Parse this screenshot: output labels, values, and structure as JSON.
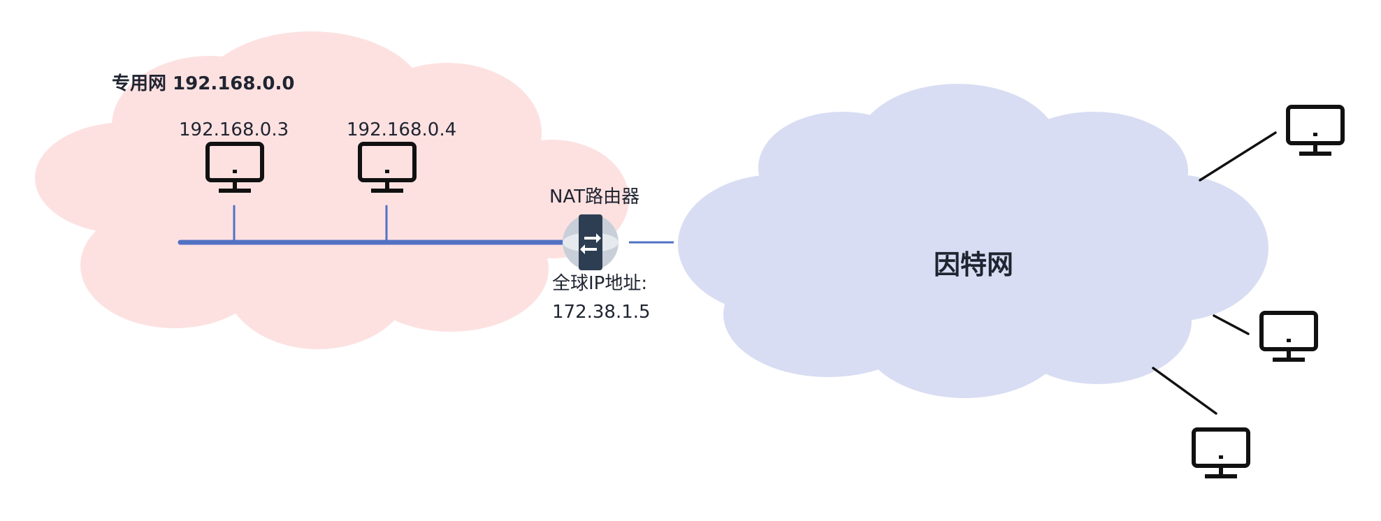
{
  "private_network": {
    "title": "专用网 192.168.0.0",
    "color": "#fde1e1",
    "hosts": [
      {
        "ip": "192.168.0.3"
      },
      {
        "ip": "192.168.0.4"
      }
    ],
    "lan_color": "#5271c4"
  },
  "router": {
    "label": "NAT路由器",
    "global_ip_label": "全球IP地址:",
    "global_ip": "172.38.1.5",
    "icon": "nat-router-icon"
  },
  "internet": {
    "label": "因特网",
    "color": "#d8ddf3"
  },
  "external_hosts": [
    {
      "icon": "computer-icon"
    },
    {
      "icon": "computer-icon"
    },
    {
      "icon": "computer-icon"
    }
  ]
}
